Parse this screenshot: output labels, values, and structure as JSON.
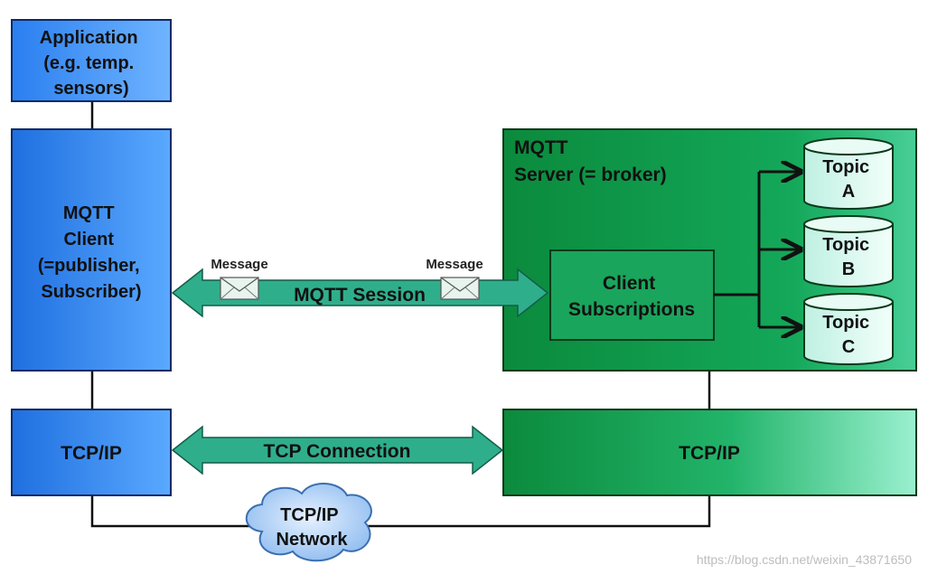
{
  "application_box": {
    "lines": [
      "Application",
      "(e.g. temp.",
      "sensors)"
    ]
  },
  "client_box": {
    "lines": [
      "MQTT",
      "Client",
      "(=publisher,",
      "Subscriber)"
    ]
  },
  "client_tcp_box": {
    "label": "TCP/IP"
  },
  "server_box": {
    "lines": [
      "MQTT",
      "Server (= broker)"
    ]
  },
  "subscriptions_box": {
    "lines": [
      "Client",
      "Subscriptions"
    ]
  },
  "topics": [
    {
      "lines": [
        "Topic",
        "A"
      ]
    },
    {
      "lines": [
        "Topic",
        "B"
      ]
    },
    {
      "lines": [
        "Topic",
        "C"
      ]
    }
  ],
  "server_tcp_box": {
    "label": "TCP/IP"
  },
  "session_arrow": {
    "label": "MQTT Session",
    "message_left": "Message",
    "message_right": "Message"
  },
  "tcp_connection_arrow": {
    "label": "TCP Connection"
  },
  "network_cloud": {
    "lines": [
      "TCP/IP",
      "Network"
    ]
  },
  "watermark": "https://blog.csdn.net/weixin_43871650",
  "colors": {
    "client_blue_dark": "#1f6fe0",
    "client_blue_light": "#5aa9ff",
    "server_green_dark": "#0b8a3c",
    "server_green_light": "#7fe6c0",
    "arrow_teal": "#2fae8c",
    "topic_fill": "#d9f6ee"
  }
}
